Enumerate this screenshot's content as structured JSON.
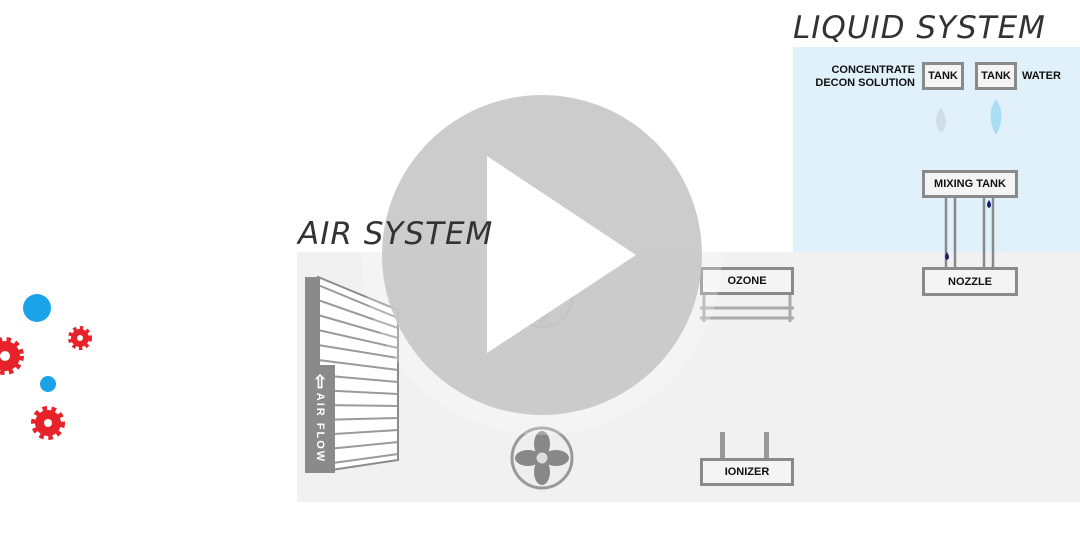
{
  "liquid_system": {
    "title": "LIQUID SYSTEM",
    "concentrate_label_1": "CONCENTRATE",
    "concentrate_label_2": "DECON SOLUTION",
    "tank1": "TANK",
    "tank2": "TANK",
    "water_label": "WATER",
    "mixing_tank": "MIXING TANK",
    "nozzle": "NOZZLE"
  },
  "air_system": {
    "title": "AIR SYSTEM",
    "ozone": "OZONE",
    "ionizer": "IONIZER",
    "air_flow": "AIR FLOW"
  },
  "colors": {
    "air_bg": "#f1f1f1",
    "liquid_bg": "#e1f1fb",
    "germ_red": "#e8222a",
    "dot_blue": "#1aa3e8"
  }
}
